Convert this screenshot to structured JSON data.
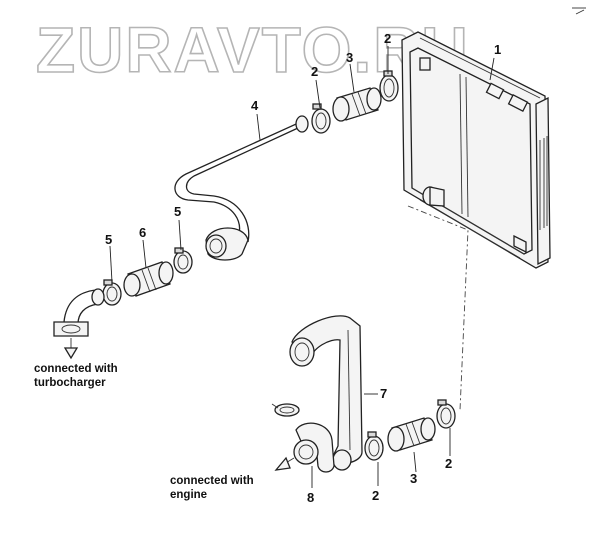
{
  "watermark": {
    "text": "ZURAVTO.RU"
  },
  "callouts": [
    {
      "id": "c1",
      "text": "1"
    },
    {
      "id": "c2a",
      "text": "2"
    },
    {
      "id": "c2b",
      "text": "2"
    },
    {
      "id": "c3a",
      "text": "3"
    },
    {
      "id": "c4",
      "text": "4"
    },
    {
      "id": "c5a",
      "text": "5"
    },
    {
      "id": "c5b",
      "text": "5"
    },
    {
      "id": "c6",
      "text": "6"
    },
    {
      "id": "c7",
      "text": "7"
    },
    {
      "id": "c3b",
      "text": "3"
    },
    {
      "id": "c2c",
      "text": "2"
    },
    {
      "id": "c2d",
      "text": "2"
    },
    {
      "id": "c8",
      "text": "8"
    }
  ],
  "notes": {
    "turbo": {
      "line1": "connected with",
      "line2": "turbocharger"
    },
    "engine": {
      "line1": "connected with",
      "line2": "engine"
    }
  },
  "colors": {
    "ink": "#222222",
    "watermark": "#b5b5b5",
    "background": "#ffffff"
  }
}
